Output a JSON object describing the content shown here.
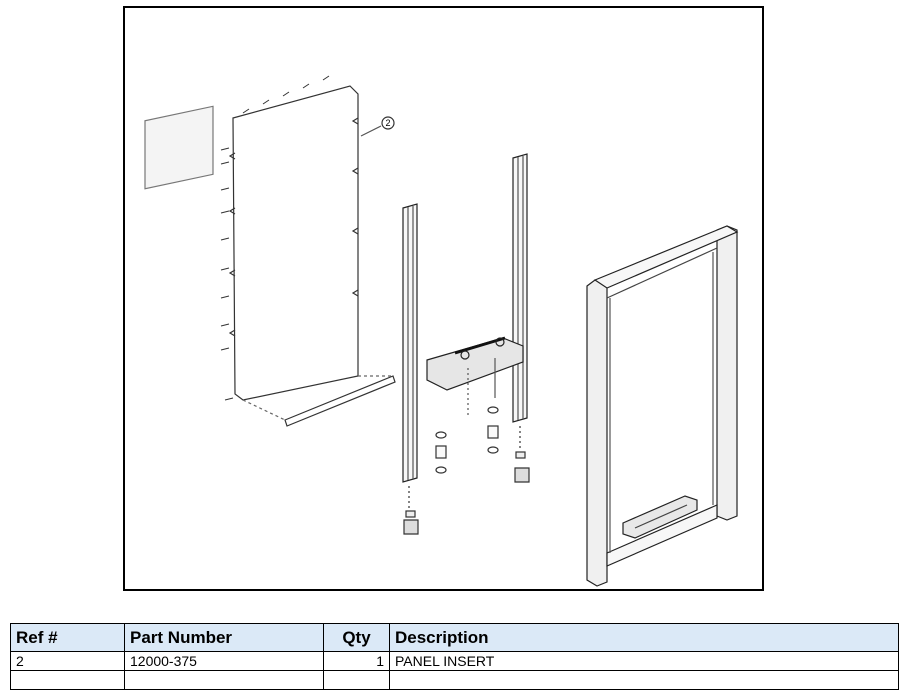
{
  "diagram": {
    "callout": "2"
  },
  "table": {
    "headers": {
      "ref": "Ref #",
      "part_number": "Part Number",
      "qty": "Qty",
      "description": "Description"
    },
    "rows": [
      {
        "ref": "2",
        "part_number": "12000-375",
        "qty": "1",
        "description": "PANEL INSERT"
      }
    ]
  },
  "colors": {
    "header_bg": "#dbe9f7",
    "line": "#000000"
  }
}
